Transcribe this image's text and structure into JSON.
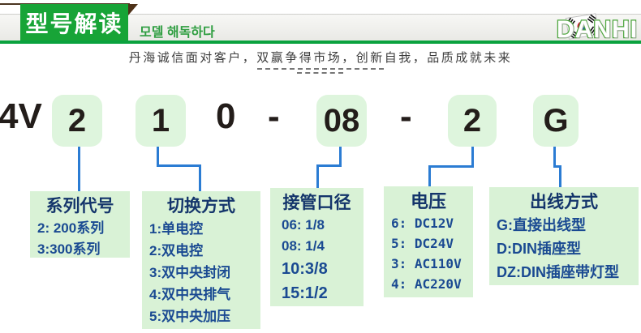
{
  "header": {
    "ribbon_label": "型号解读",
    "subtitle_korean": "모델 해독하다",
    "logo_text": "DANHI",
    "colors": {
      "ribbon_green": "#18a437",
      "underline_green": "#0aa23e",
      "korean_green": "#2f9e41",
      "logo_outline_green": "#4ca63c",
      "connector_blue": "#2b7cd3",
      "box_green": "#d9f2d6",
      "legend_text_navy": "#1a4a92"
    }
  },
  "tagline": "丹海诚信面对客户，双赢争得市场，创新自我，品质成就未来",
  "model_code": {
    "prefix": "4V",
    "segments": [
      {
        "text": "2",
        "boxed": true
      },
      {
        "text": "1",
        "boxed": true
      },
      {
        "text": "0",
        "boxed": false
      },
      {
        "text": "-",
        "boxed": false
      },
      {
        "text": "08",
        "boxed": true
      },
      {
        "text": "-",
        "boxed": false
      },
      {
        "text": "2",
        "boxed": true
      },
      {
        "text": "G",
        "boxed": true
      }
    ]
  },
  "legend": [
    {
      "title": "系列代号",
      "items": [
        "2: 200系列",
        "3:300系列"
      ]
    },
    {
      "title": "切换方式",
      "items": [
        "1:单电控",
        "2:双电控",
        "3:双中央封闭",
        "4:双中央排气",
        "5:双中央加压"
      ]
    },
    {
      "title": "接管口径",
      "items": [
        "06: 1/8",
        "08: 1/4",
        "10:3/8",
        "15:1/2"
      ]
    },
    {
      "title": "电压",
      "items": [
        "6: DC12V",
        "5: DC24V",
        "3: AC110V",
        "4: AC220V"
      ]
    },
    {
      "title": "出线方式",
      "items": [
        "G:直接出线型",
        "D:DIN插座型",
        "DZ:DIN插座带灯型"
      ]
    }
  ]
}
